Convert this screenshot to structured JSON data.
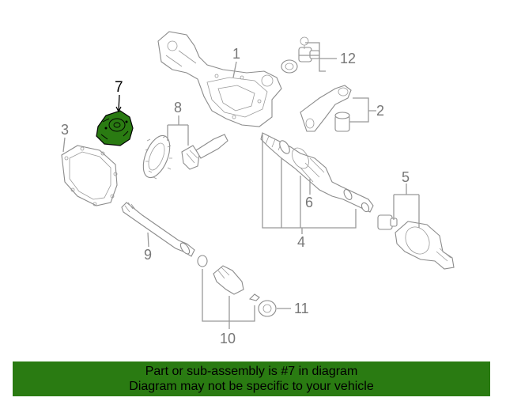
{
  "diagram": {
    "callouts": {
      "c1": "1",
      "c2": "2",
      "c3": "3",
      "c4": "4",
      "c5": "5",
      "c6": "6",
      "c7": "7",
      "c8": "8",
      "c9": "9",
      "c10": "10",
      "c11": "11",
      "c12": "12"
    },
    "highlight_color": "#2a7b12",
    "highlighted_part": "7"
  },
  "banner": {
    "line1": "Part or sub-assembly is #7 in diagram",
    "line2": "Diagram may not be specific to your vehicle",
    "color": "#2a7b12"
  }
}
